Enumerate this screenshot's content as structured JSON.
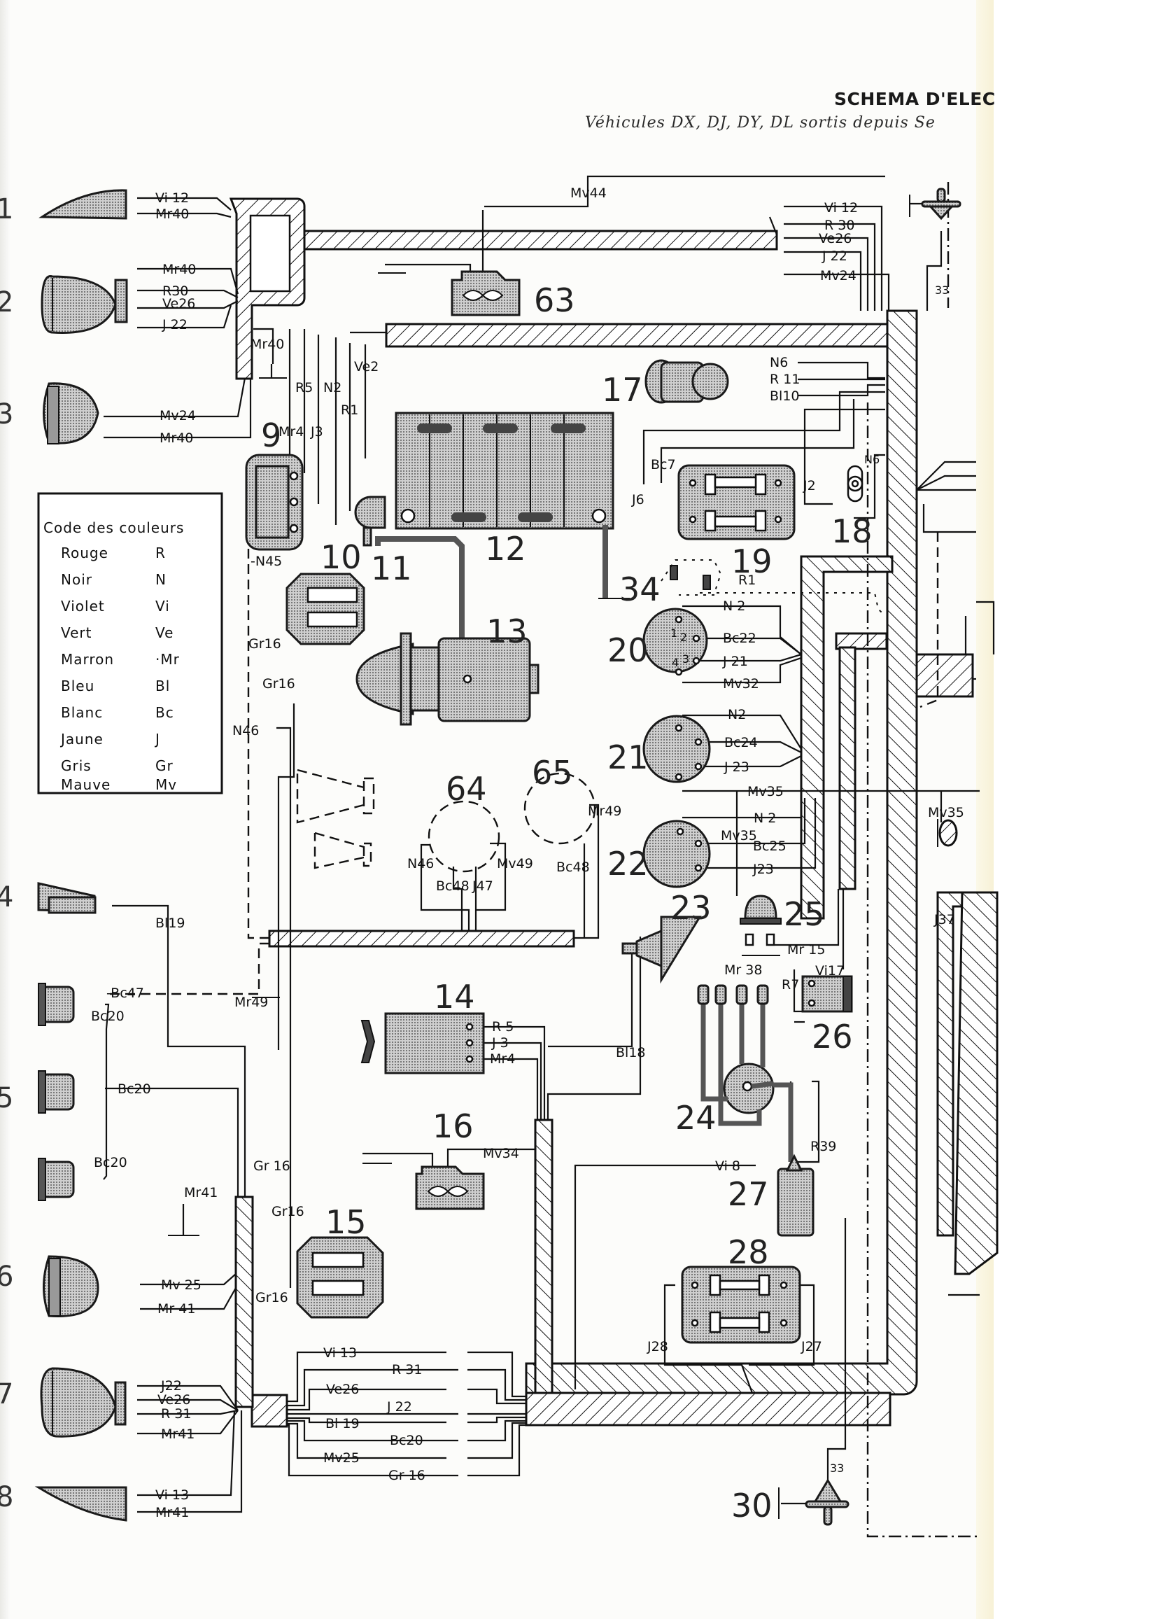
{
  "header": {
    "title": "SCHEMA D'ELEC",
    "subtitle": "Véhicules DX, DJ, DY, DL sortis depuis Se"
  },
  "legend": {
    "title": "Code des couleurs",
    "rows": [
      {
        "color": "Rouge",
        "code": "R"
      },
      {
        "color": "Noir",
        "code": "N"
      },
      {
        "color": "Violet",
        "code": "Vi"
      },
      {
        "color": "Vert",
        "code": "Ve"
      },
      {
        "color": "Marron",
        "code": "·Mr"
      },
      {
        "color": "Bleu",
        "code": "Bl"
      },
      {
        "color": "Blanc",
        "code": "Bc"
      },
      {
        "color": "Jaune",
        "code": "J"
      },
      {
        "color": "Gris",
        "code": "Gr"
      },
      {
        "color": "Mauve",
        "code": "Mv"
      }
    ]
  },
  "margin_numbers": [
    "1",
    "2",
    "3",
    "4",
    "5",
    "6",
    "7",
    "8"
  ],
  "components": {
    "c9": "9",
    "c10": "10",
    "c11": "11",
    "c12": "12",
    "c13": "13",
    "c14": "14",
    "c15": "15",
    "c16": "16",
    "c17": "17",
    "c18": "18",
    "c19": "19",
    "c20": "20",
    "c21": "21",
    "c22": "22",
    "c23": "23",
    "c24": "24",
    "c25": "25",
    "c26": "26",
    "c27": "27",
    "c28": "28",
    "c30": "30",
    "c34": "34",
    "c63": "63",
    "c64": "64",
    "c65": "65"
  },
  "wires": {
    "front_left_side": [
      "Vi 12",
      "Mr40"
    ],
    "front_left_head": [
      "Mr40",
      "R30",
      "Ve26",
      "J 22"
    ],
    "front_left_fog": [
      "Mv24",
      "Mr40"
    ],
    "ground_front": "Mr40",
    "top_right": [
      "Vi 12",
      "R 30",
      "Ve26",
      "J 22",
      "Mv24"
    ],
    "top_mv44": "Mv44",
    "ref33_top": "33",
    "ref33_bottom": "33",
    "regulator_9": [
      "R5",
      "N2",
      "Mr4",
      "J3",
      "R1",
      "Ve2"
    ],
    "n45": "-N45",
    "n46": "N46",
    "gr16": [
      "Gr16",
      "Gr16",
      "Gr 16",
      "Gr16",
      "Gr16"
    ],
    "wiper_17": [
      "N6",
      "R 11",
      "Bl10"
    ],
    "switch_19": [
      "Bc7",
      "J6",
      "J2",
      "R1"
    ],
    "n6_18": "N6",
    "switch_20": [
      "N 2",
      "Bc22",
      "J 21",
      "Mv32"
    ],
    "switch_21": [
      "N2",
      "Bc24",
      "J 23",
      "Mv35"
    ],
    "switch_22": [
      "N 2",
      "Mv35",
      "Bc25",
      "J23"
    ],
    "pin_labels": [
      "1",
      "2",
      "3",
      "4"
    ],
    "mv35_right": "Mv35",
    "j37": "J37",
    "c64": [
      "N46",
      "Mv49",
      "Bc48",
      "J47"
    ],
    "c65": [
      "Mr49",
      "Bc48"
    ],
    "horn_bl19": "Bl19",
    "bc47": "-Bc47",
    "mr49": "Mr49",
    "bc20": [
      "Bc20",
      "Bc20",
      "Bc20"
    ],
    "dynamo_14": [
      "R 5",
      "J 3",
      "Mr4"
    ],
    "heater_16": "Mv34",
    "bl18": "Bl18",
    "lamp_25": [
      "Mr 15",
      "Mr 38"
    ],
    "relay_26": [
      "R7",
      "Vi17"
    ],
    "ignition": [
      "Vi 8",
      "R39"
    ],
    "switch_28": [
      "J28",
      "J27"
    ],
    "mr41_ground": "Mr41",
    "rear_6": [
      "Mv 25",
      "Mr 41"
    ],
    "rear_7": [
      "J22",
      "Ve26",
      "R 31",
      "Mr41"
    ],
    "rear_8": [
      "Vi 13",
      "Mr41"
    ],
    "bottom_bundle": [
      "Vi 13",
      "R 31",
      "Ve26",
      "J 22",
      "Bl 19",
      "Bc20",
      "Mv25",
      "Gr 16"
    ]
  }
}
